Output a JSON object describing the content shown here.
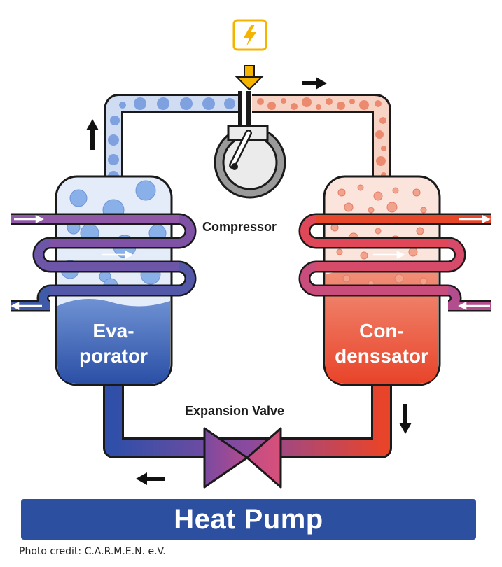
{
  "title": "Heat Pump",
  "credit": "Photo credit: C.A.R.M.E.N. e.V.",
  "components": {
    "compressor": "Compressor",
    "expansion_valve": "Expansion Valve",
    "evaporator_line1": "Eva-",
    "evaporator_line2": "porator",
    "condenser_line1": "Con-",
    "condenser_line2": "denssator"
  },
  "icons": {
    "power": "lightning-bolt-icon",
    "flow": "arrow-icon"
  },
  "colors": {
    "cold": "#3a5fb0",
    "cold_light": "#aac3ea",
    "hot": "#e8482a",
    "hot_light": "#f3a58f",
    "banner": "#2d4fa0",
    "power": "#f4b400",
    "valve": "#b04a8a"
  }
}
